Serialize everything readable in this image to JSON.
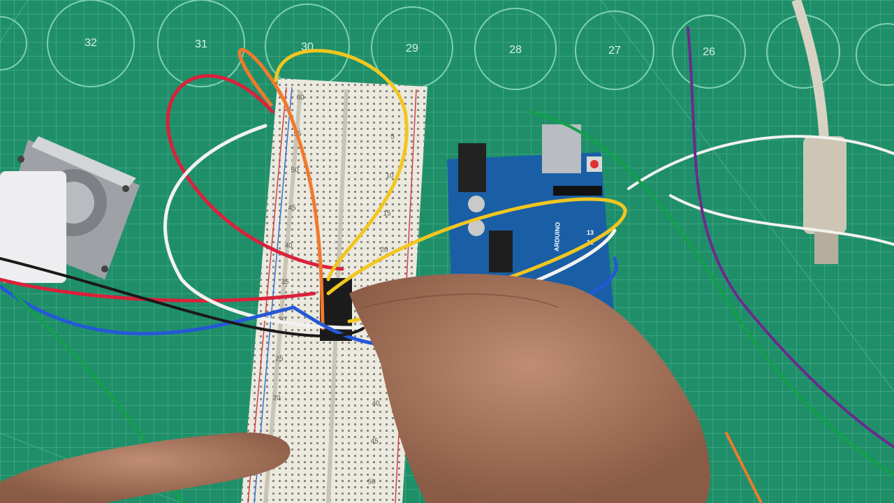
{
  "scene": {
    "mat_circle_numbers": [
      "32",
      "31",
      "30",
      "29",
      "28",
      "27",
      "26"
    ],
    "breadboard_left_numbers": [
      "60",
      "55",
      "50",
      "45",
      "40",
      "35",
      "30",
      "25",
      "20"
    ],
    "breadboard_right_numbers": [
      "5",
      "10",
      "15",
      "20",
      "40",
      "45",
      "50"
    ],
    "arduino_logo_text": "ARDUINO",
    "board_pin_labels": [
      "13",
      "12"
    ],
    "wire_colors": {
      "red": "#d9223b",
      "orange": "#f07a2a",
      "yellow": "#f2c61f",
      "white": "#f2f2ee",
      "blue": "#2459d6",
      "black": "#1a1a1a",
      "green": "#12a14a",
      "purple": "#6b2b8c"
    },
    "colors": {
      "mat": "#1f8f6a",
      "mat_grid": "#67c4a0",
      "breadboard": "#ece9df",
      "arduino": "#1a5fa6",
      "motor_metal": "#b9bcc0",
      "skin": "#b4826a"
    }
  }
}
